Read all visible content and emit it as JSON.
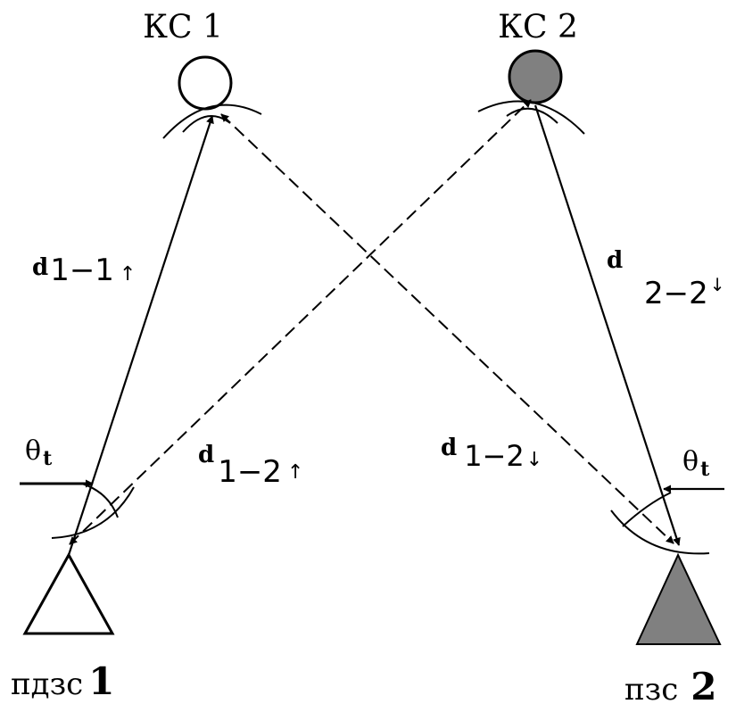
{
  "nodes": {
    "ks1": {
      "label": "КС 1",
      "fill": "#ffffff"
    },
    "ks2": {
      "label": "КС 2",
      "fill": "#808080"
    },
    "pdzs1": {
      "label_prefix": "пдзс",
      "label_number": "1",
      "fill": "#ffffff"
    },
    "pzs2": {
      "label_prefix": "пзс",
      "label_number": "2",
      "fill": "#808080"
    }
  },
  "links": {
    "d11": {
      "symbol": "d",
      "subscript": "1−1",
      "arrow": "↑",
      "style": "solid"
    },
    "d22": {
      "symbol": "d",
      "subscript": "2−2",
      "arrow": "↓",
      "style": "solid"
    },
    "d12_up": {
      "symbol": "d",
      "subscript": "1−2",
      "arrow": "↑",
      "style": "dashed"
    },
    "d12_down": {
      "symbol": "d",
      "subscript": "1−2",
      "arrow": "↓",
      "style": "dashed"
    }
  },
  "angles": {
    "theta_left": {
      "symbol": "θ",
      "subscript": "t"
    },
    "theta_right": {
      "symbol": "θ",
      "subscript": "t"
    }
  },
  "colors": {
    "stroke": "#000000",
    "gray_fill": "#808080"
  }
}
